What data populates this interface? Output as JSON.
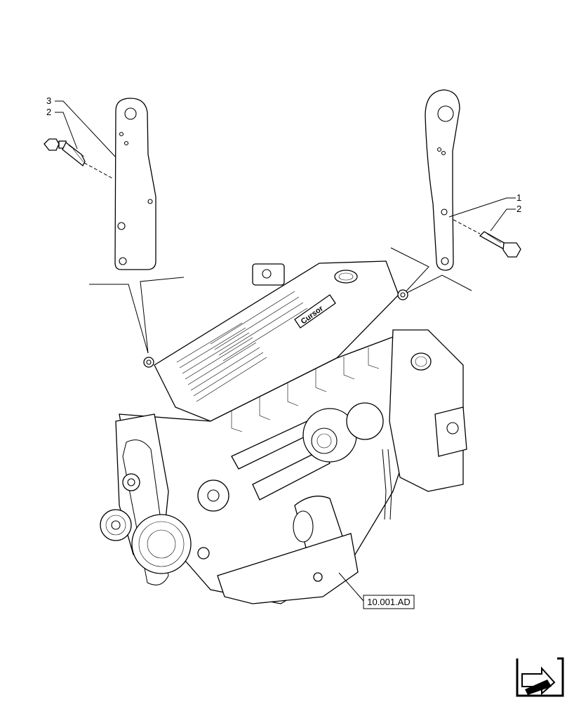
{
  "callouts": {
    "left_top": "3",
    "left_bottom": "2",
    "right_top": "1",
    "right_bottom": "2"
  },
  "reference_box": "10.001.AD",
  "engine_brand": "Cursor",
  "icons": {
    "nav": "next-page-arrow-icon"
  }
}
